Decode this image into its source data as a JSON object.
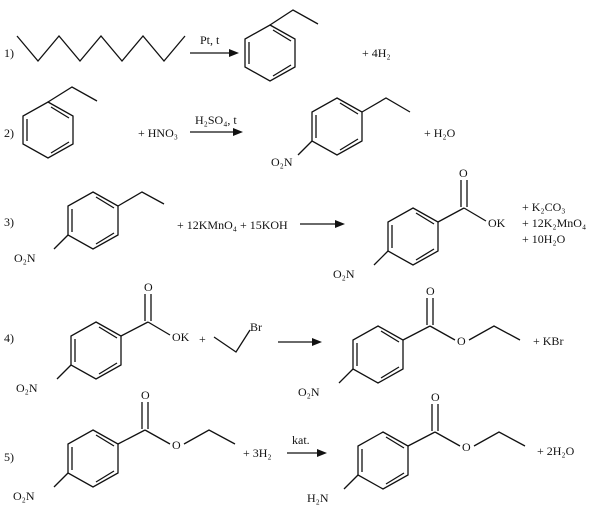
{
  "reactions": [
    {
      "number": "1)",
      "conditions": "Pt, t",
      "reactant_add": "",
      "product_add": "+ 4H₂"
    },
    {
      "number": "2)",
      "conditions": "H₂SO₄, t",
      "reactant_add": "+ HNO₃",
      "product_add": "+ H₂O"
    },
    {
      "number": "3)",
      "conditions": "",
      "reactant_add": "+ 12KMnO₄ + 15KOH",
      "product_add": [
        "+ K₂CO₃",
        "+ 12K₂MnO₄",
        "+ 10H₂O"
      ]
    },
    {
      "number": "4)",
      "conditions": "",
      "reactant_add": "+",
      "product_add": "+ KBr"
    },
    {
      "number": "5)",
      "conditions": "kat.",
      "reactant_add": "+ 3H₂",
      "product_add": "+ 2H₂O"
    }
  ],
  "atom_labels": {
    "nitro": "O₂N",
    "amino": "H₂N",
    "carbonyl_o": "O",
    "ester_o": "O",
    "ok": "OK",
    "br": "Br"
  }
}
